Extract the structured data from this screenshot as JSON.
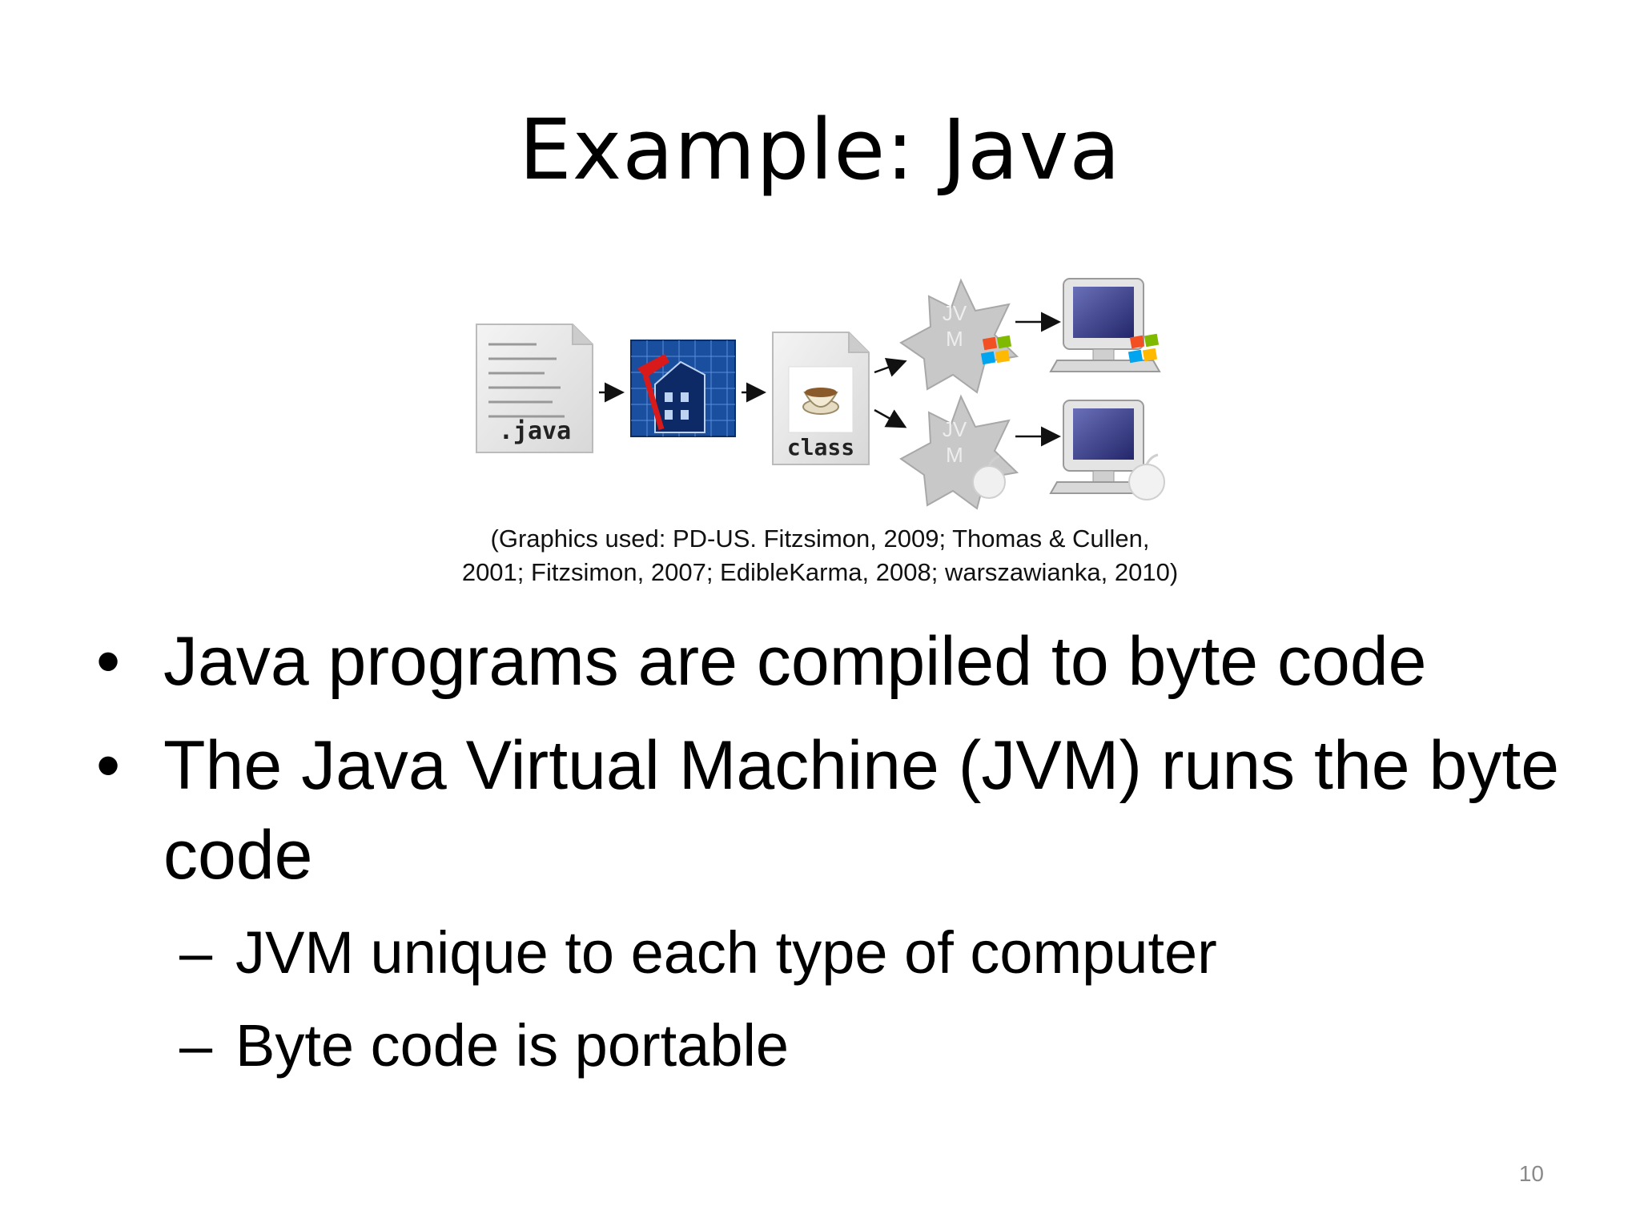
{
  "slide": {
    "title": "Example: Java",
    "page_number": "10"
  },
  "diagram": {
    "source_file_label": ".java",
    "class_file_label": "class",
    "vm_label_line1": "JV",
    "vm_label_line2": "M",
    "icons": [
      "java-source-file-icon",
      "compiler-building-icon",
      "class-file-icon",
      "jvm-windows-star-icon",
      "jvm-mac-star-icon",
      "windows-computer-icon",
      "mac-computer-icon"
    ]
  },
  "caption": {
    "line1": "(Graphics used: PD-US. Fitzsimon, 2009; Thomas & Cullen,",
    "line2": "2001; Fitzsimon, 2007; EdibleKarma, 2008; warszawianka, 2010)"
  },
  "bullets": {
    "bullet_mark": "•",
    "sub_mark": "–",
    "item1": "Java programs are compiled to byte code",
    "item2": "The Java Virtual Machine (JVM) runs the byte code",
    "sub1": "JVM unique to each type of computer",
    "sub2": "Byte code is portable"
  }
}
